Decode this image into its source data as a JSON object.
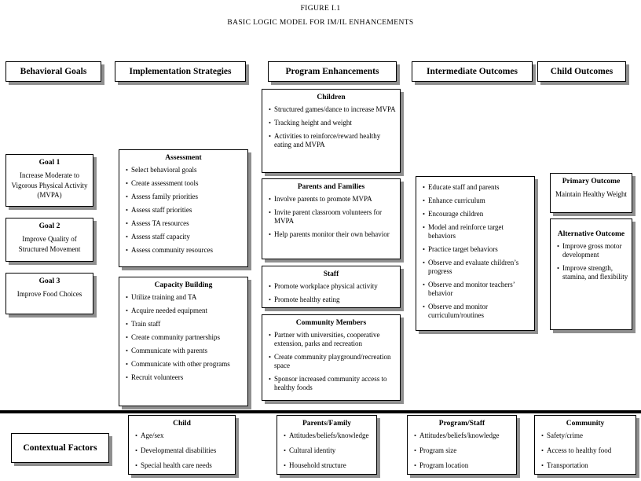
{
  "figure": {
    "label": "FIGURE I.1",
    "title": "BASIC LOGIC MODEL FOR IM/IL ENHANCEMENTS"
  },
  "behavioral_goals": {
    "header": "Behavioral Goals",
    "boxes": [
      {
        "title": "Goal 1",
        "text": "Increase Moderate to Vigorous Physical Activity (MVPA)"
      },
      {
        "title": "Goal 2",
        "text": "Improve Quality of Structured Movement"
      },
      {
        "title": "Goal 3",
        "text": "Improve Food Choices"
      }
    ]
  },
  "implementation_strategies": {
    "header": "Implementation Strategies",
    "boxes": [
      {
        "title": "Assessment",
        "items": [
          "Select behavioral goals",
          "Create assessment tools",
          "Assess family priorities",
          "Assess staff priorities",
          "Assess TA resources",
          "Assess staff capacity",
          "Assess community resources"
        ]
      },
      {
        "title": "Capacity Building",
        "items": [
          "Utilize training and TA",
          "Acquire needed equipment",
          "Train staff",
          "Create community partnerships",
          "Communicate with parents",
          "Communicate with other programs",
          "Recruit volunteers"
        ]
      }
    ]
  },
  "program_enhancements": {
    "header": "Program Enhancements",
    "boxes": [
      {
        "title": "Children",
        "items": [
          "Structured games/dance to increase MVPA",
          "Tracking height and weight",
          "Activities to reinforce/reward healthy eating and MVPA"
        ]
      },
      {
        "title": "Parents and Families",
        "items": [
          "Involve parents to promote MVPA",
          "Invite parent classroom volunteers for MVPA",
          "Help parents monitor their own behavior"
        ]
      },
      {
        "title": "Staff",
        "items": [
          "Promote workplace physical activity",
          "Promote healthy eating"
        ]
      },
      {
        "title": "Community Members",
        "items": [
          "Partner with universities, cooperative extension, parks and recreation",
          "Create community playground/recreation space",
          "Sponsor increased community access to healthy foods"
        ]
      }
    ]
  },
  "intermediate_outcomes": {
    "header": "Intermediate Outcomes",
    "items": [
      "Educate staff and parents",
      "Enhance curriculum",
      "Encourage children",
      "Model and reinforce target behaviors",
      "Practice target behaviors",
      "Observe and evaluate children’s progress",
      "Observe and monitor teachers’ behavior",
      "Observe and monitor curriculum/routines"
    ]
  },
  "child_outcomes": {
    "header": "Child Outcomes",
    "boxes": [
      {
        "title": "Primary Outcome",
        "text": "Maintain Healthy Weight"
      },
      {
        "title": "Alternative Outcome",
        "items": [
          "Improve gross motor development",
          "Improve strength, stamina, and flexibility"
        ]
      }
    ]
  },
  "contextual_factors": {
    "label": "Contextual Factors",
    "boxes": [
      {
        "title": "Child",
        "items": [
          "Age/sex",
          "Developmental disabilities",
          "Special health care needs"
        ]
      },
      {
        "title": "Parents/Family",
        "items": [
          "Attitudes/beliefs/knowledge",
          "Cultural identity",
          "Household structure"
        ]
      },
      {
        "title": "Program/Staff",
        "items": [
          "Attitudes/beliefs/knowledge",
          "Program size",
          "Program location"
        ]
      },
      {
        "title": "Community",
        "items": [
          "Safety/crime",
          "Access to healthy food",
          "Transportation"
        ]
      }
    ]
  }
}
